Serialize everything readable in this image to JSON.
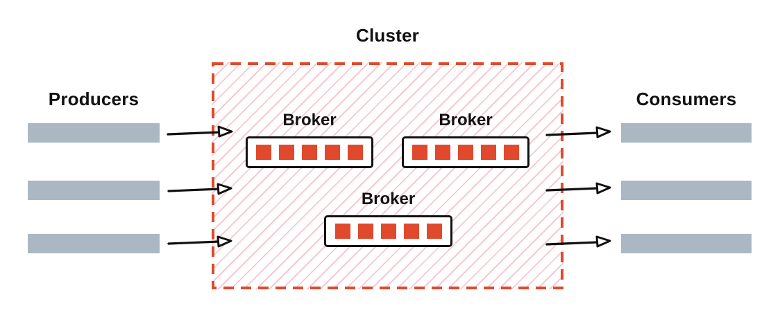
{
  "diagram": {
    "title": "Cluster",
    "producers": {
      "label": "Producers",
      "count": 3
    },
    "consumers": {
      "label": "Consumers",
      "count": 3
    },
    "brokers": [
      {
        "label": "Broker",
        "partitions": 5
      },
      {
        "label": "Broker",
        "partitions": 5
      },
      {
        "label": "Broker",
        "partitions": 5
      }
    ],
    "colors": {
      "accent_red": "#E0492B",
      "hatch_pink": "#F7C9D3",
      "bar_gray": "#ABB8C4",
      "ink_black": "#111111",
      "background": "#FFFFFF"
    }
  }
}
